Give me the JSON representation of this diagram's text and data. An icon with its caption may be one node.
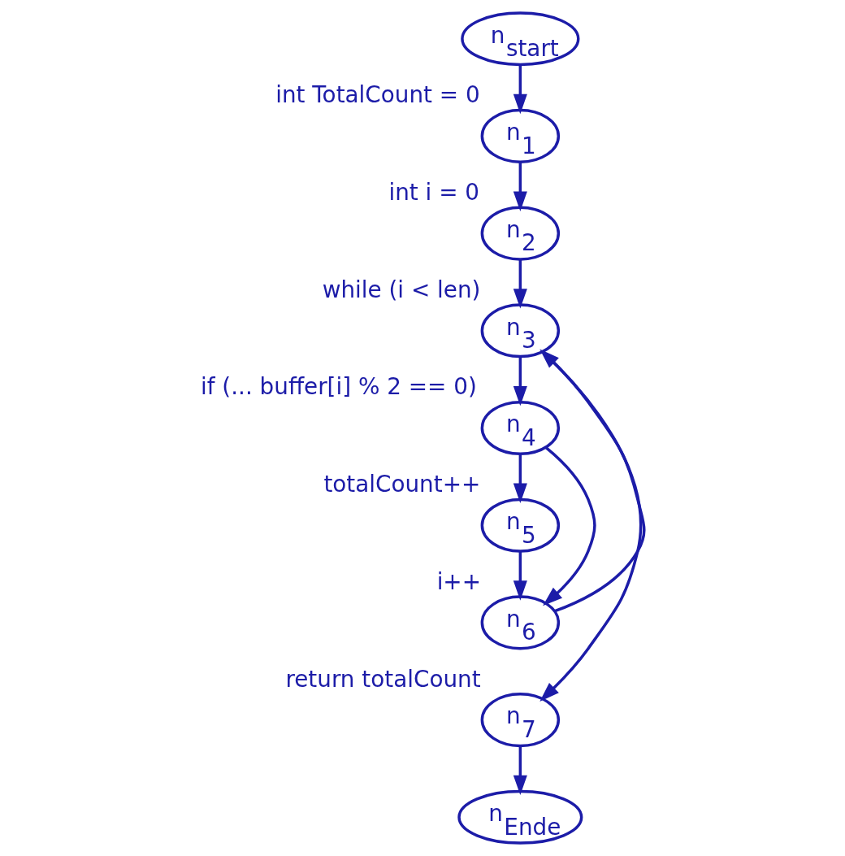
{
  "diagram": {
    "nodes": [
      {
        "text": [
          "n$_{start}$"
        ]
      },
      {
        "text": [
          "n$_{1}$"
        ],
        "beside": [
          "int TotalCount = 0"
        ]
      },
      {
        "text": [
          "n$_{2}$"
        ],
        "beside": [
          "int i = 0"
        ]
      },
      {
        "text": [
          "n$_{3}$"
        ],
        "beside": [
          "while (i < len)"
        ]
      },
      {
        "text": [
          "n$_{4}$"
        ],
        "beside": [
          "if (... buffer[i] % 2 == 0)"
        ]
      },
      {
        "text": [
          "n$_{5}$"
        ],
        "beside": [
          "totalCount++"
        ]
      },
      {
        "text": [
          "n$_{6}$"
        ],
        "beside": [
          "i++"
        ]
      },
      {
        "text": [
          "n$_{7}$"
        ],
        "beside": [
          "return totalCount"
        ]
      },
      {
        "text": [
          "n$_{Ende}$"
        ]
      }
    ],
    "edges": [
      {
        "from": 0,
        "to": 1,
        "arrow": "to"
      },
      {
        "from": 1,
        "to": 2,
        "arrow": "to"
      },
      {
        "from": 2,
        "to": 3,
        "arrow": "to"
      },
      {
        "from": 3,
        "to": 4,
        "arrow": "to"
      },
      {
        "from": 4,
        "to": 5,
        "arrow": "to"
      },
      {
        "from": 5,
        "to": 6,
        "arrow": "to"
      },
      {
        "from": 4,
        "to": 6,
        "arrow": "to"
      },
      {
        "from": 6,
        "to": 3,
        "arrow": "to"
      },
      {
        "from": 3,
        "to": 7,
        "arrow": "to"
      },
      {
        "from": 7,
        "to": 8,
        "arrow": "to"
      }
    ]
  }
}
